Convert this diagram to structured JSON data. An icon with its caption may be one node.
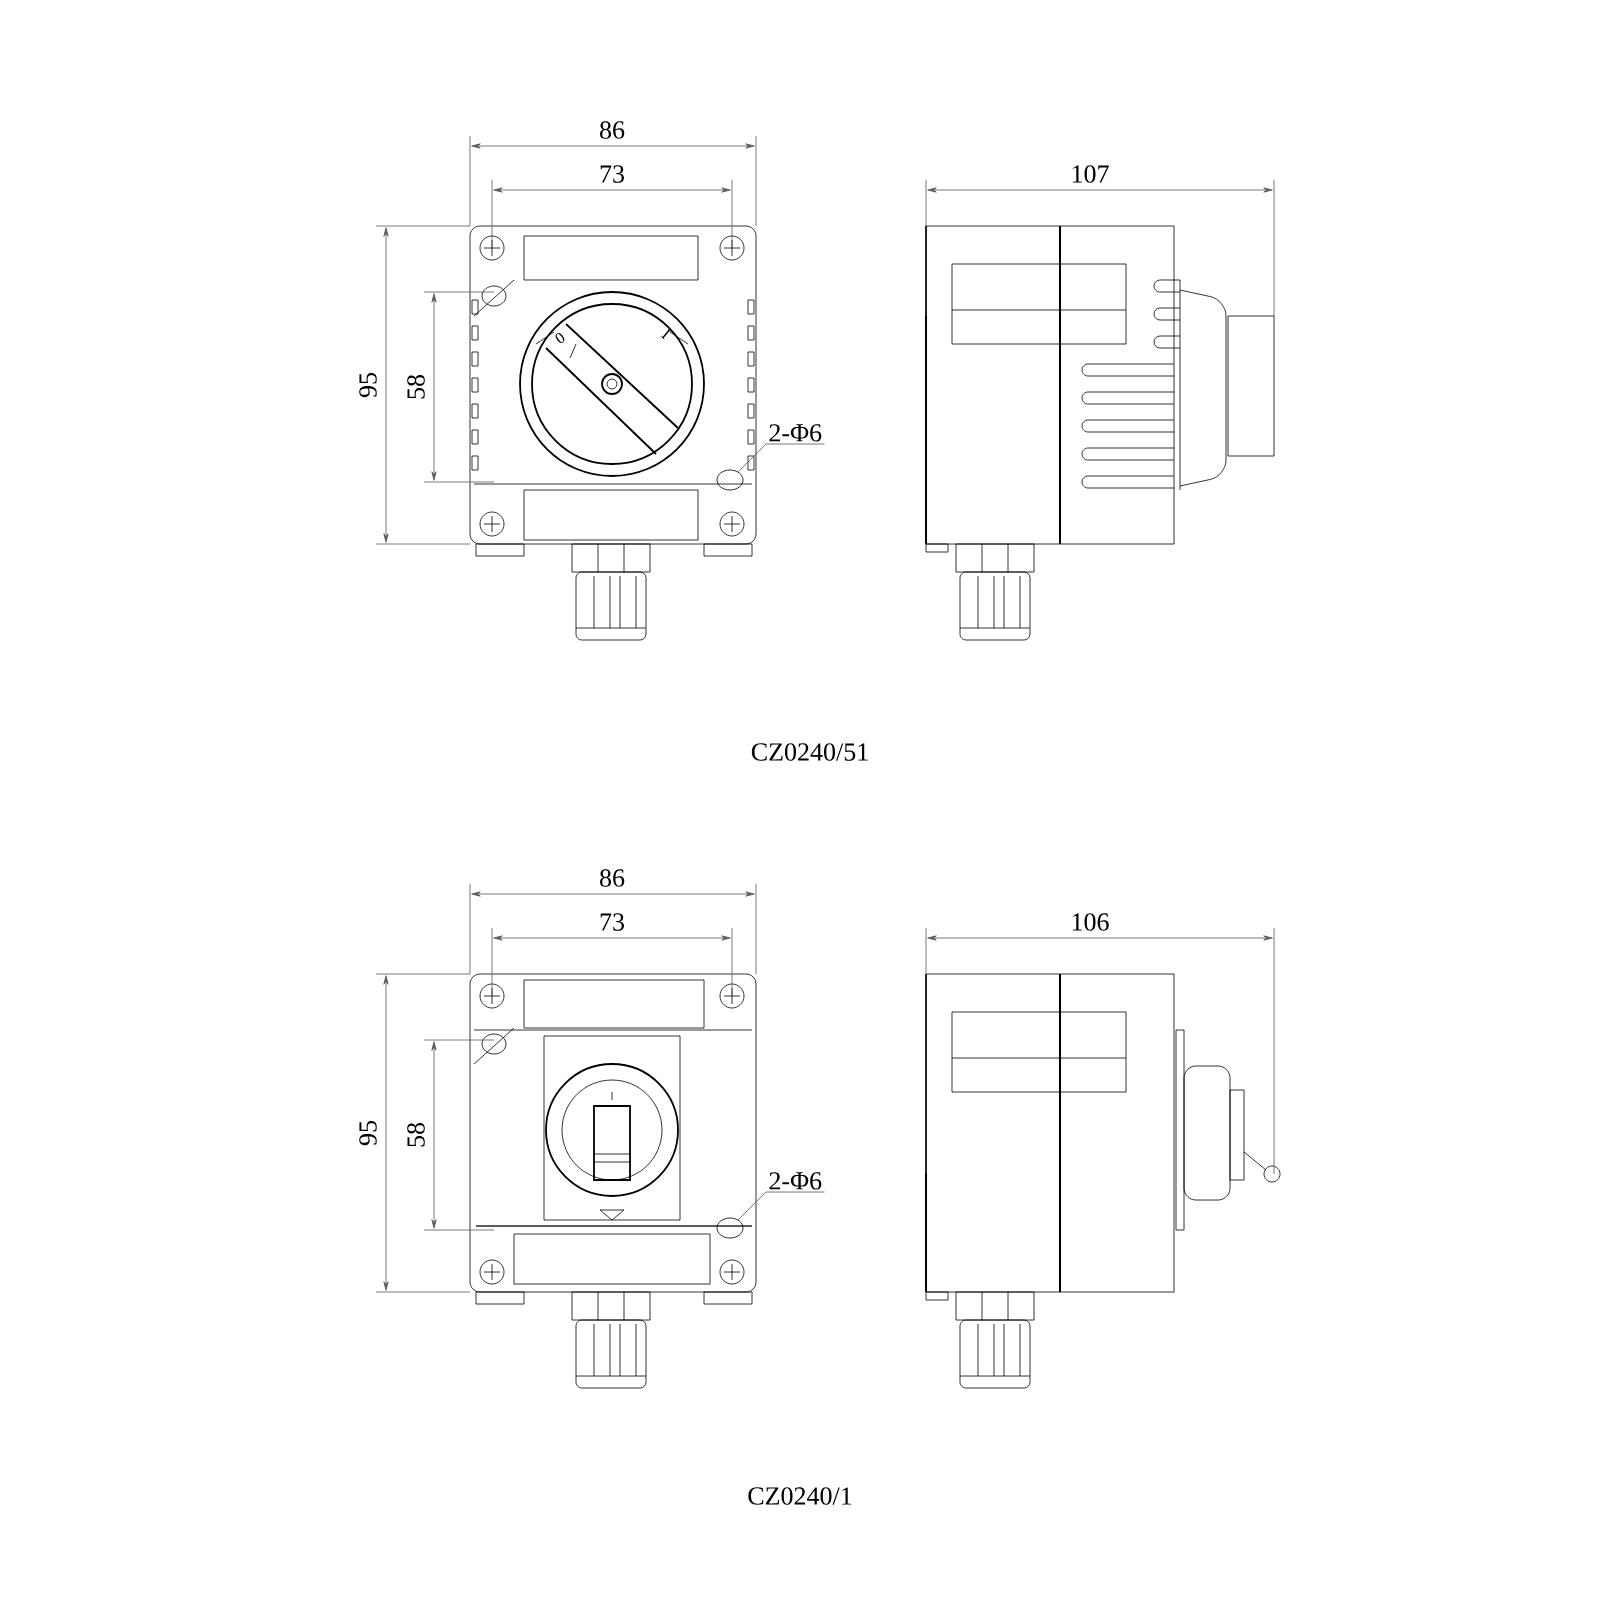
{
  "diagram": {
    "nodes": [
      {
        "text": [
          "2-Φ6"
        ]
      },
      {
        "text": [],
        "shape": "circle"
      },
      {
        "text": [
          "2-Φ6"
        ]
      },
      {
        "text": [],
        "shape": "circle"
      }
    ],
    "edges": [
      {
        "from": 0,
        "to": 1,
        "arrow": "none"
      },
      {
        "from": 2,
        "to": 3,
        "arrow": "none"
      }
    ],
    "labels": [
      "86",
      "73",
      "107",
      "95",
      "58",
      "0",
      "I",
      "CZ0240/51",
      "86",
      "73",
      "106",
      "95",
      "58",
      "CZ0240/1"
    ]
  }
}
